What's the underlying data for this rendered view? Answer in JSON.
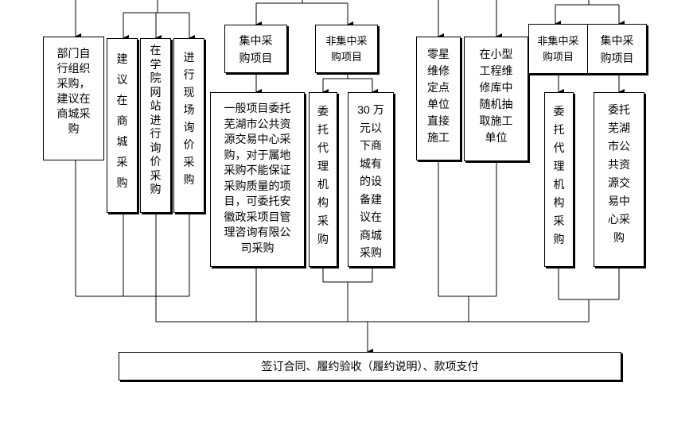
{
  "nodes": {
    "dept_self": "部门自\n行组织\n采购，\n建议在\n商城采\n购",
    "suggest_mall": "建\n议\n在\n商\n城\n采\n购",
    "campus_site": "在\n学\n院\n网\n站\n进\n行\n询\n价\n采\n购",
    "onsite": "进\n行\n现\n场\n询\n价\n采\n购",
    "central_items_left": "集中采\n购项目",
    "noncentral_items_left": "非集中采\n购项目",
    "general_projects": "一般项目委托\n芜湖市公共资\n源交易中心采\n购，对于属地\n采购不能保证\n采购质量的项\n目，可委托安\n徽政采项目管\n理咨询有限公\n司采购",
    "agency_left": "委\n托\n代\n理\n机\n构\n采\n购",
    "under_30w": "30 万\n元以\n下商\n城有\n的设\n备建\n议在\n商城\n采购",
    "small_repair": "零星\n维修\n定点\n单位\n直接\n施工",
    "repair_pool": "在小型\n工程维\n修库中\n随机抽\n取施工\n单位",
    "noncentral_items_right": "非集中采\n购项目",
    "central_items_right": "集中采\n购项目",
    "agency_right": "委\n托\n代\n理\n机\n构\n采\n购",
    "wuhu_center": "委托\n芜湖\n市公\n共资\n源交\n易中\n心采\n购",
    "final_step": "签订合同、履约验收（履约说明）、款项支付"
  },
  "colors": {
    "line": "#000000",
    "border": "#000000",
    "background": "#ffffff"
  }
}
